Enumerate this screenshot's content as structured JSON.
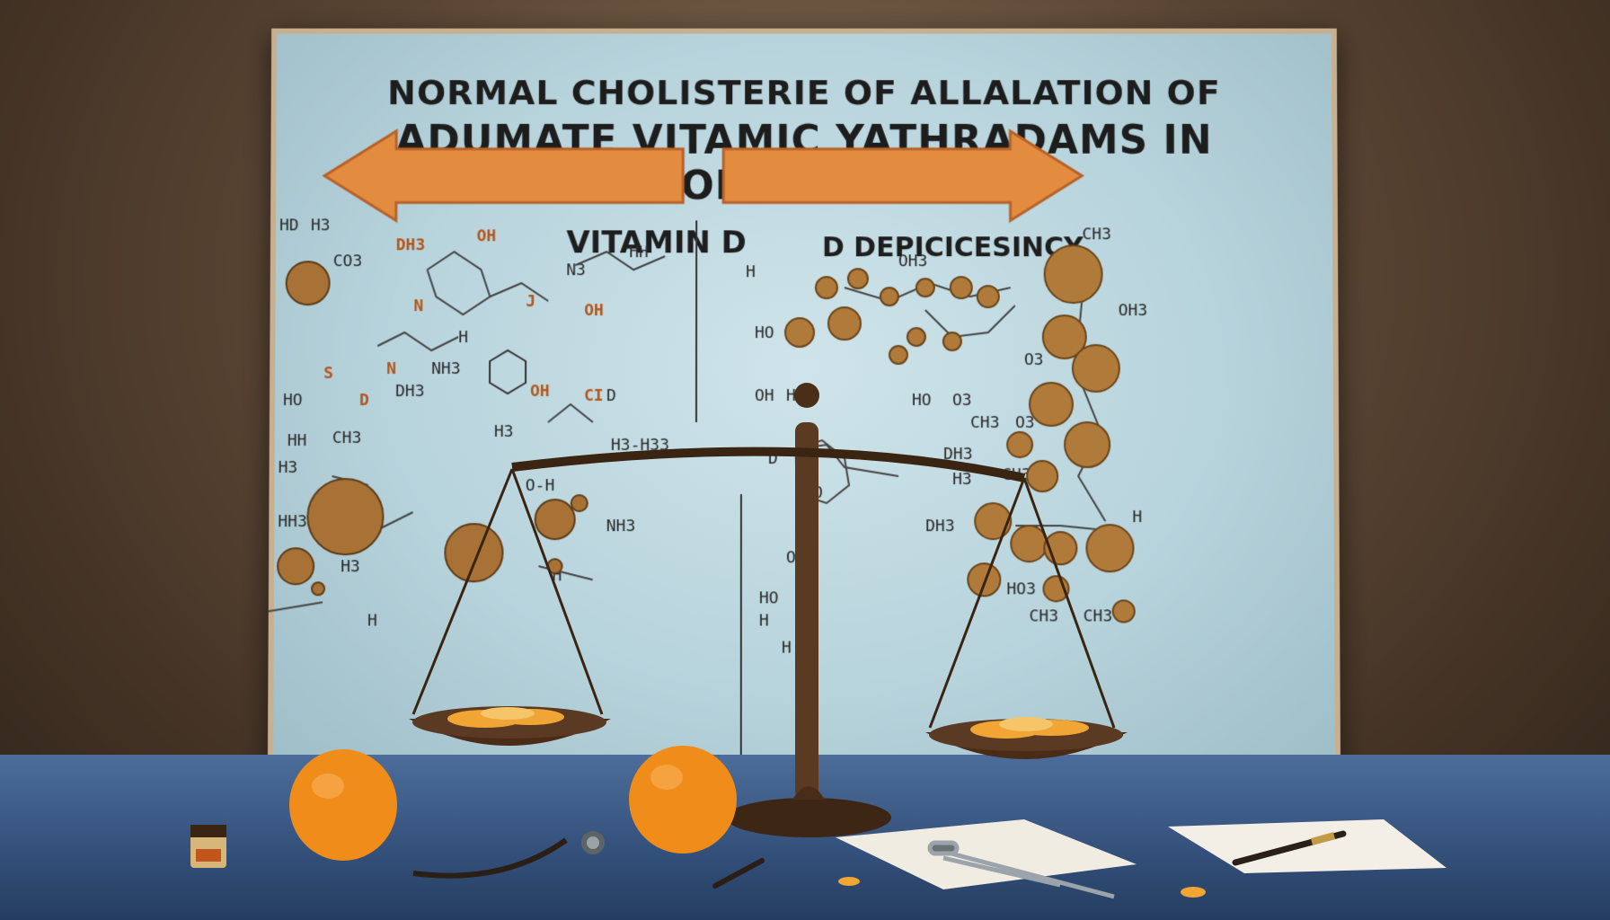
{
  "board": {
    "title_line1": "NORMAL CHOLISTERIE OF ALLALATION OF",
    "title_line2": "ADUMATE VITAMIC YATHRADAMS IN ALDCOLIEDETERELGY",
    "left_heading": "VITAMIN D",
    "right_heading": "D DEPICICESINCY",
    "left_formulas": [
      "HD",
      "H3",
      "CO3",
      "DH3",
      "OH",
      "HH",
      "N3",
      "OH",
      "N",
      "HO",
      "S",
      "D",
      "N",
      "NH3",
      "DH3",
      "OH",
      "H",
      "J",
      "CI",
      "D",
      "HH",
      "CH3",
      "H3",
      "H3",
      "H3-H33",
      "HH3",
      "H3",
      "O-H",
      "NH3",
      "H",
      "H"
    ],
    "right_formulas": [
      "H",
      "CH3",
      "OH3",
      "OH3",
      "HO",
      "OH",
      "H3",
      "O3",
      "HO",
      "O3",
      "CH3",
      "O3",
      "DH3",
      "H3",
      "CH3",
      "DH3",
      "OH3",
      "H",
      "HO3",
      "HO",
      "H",
      "CH3",
      "CH3",
      "D",
      "O",
      "H"
    ]
  },
  "colors": {
    "board": "#c3dbe2",
    "molecule": "#b57a3a",
    "arrow": "#e58a3c",
    "table": "#3f5f8c",
    "orange": "#f08a1a",
    "scale": "#5a3a22"
  }
}
